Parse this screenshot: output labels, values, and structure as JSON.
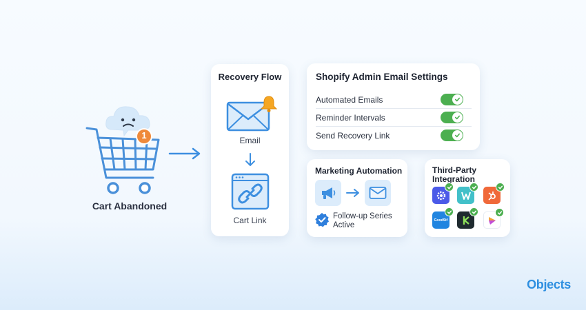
{
  "cart": {
    "label": "Cart Abandoned",
    "badge_count": "1",
    "icons": [
      "sad-cloud-icon",
      "shopping-cart-icon"
    ]
  },
  "recovery_flow": {
    "title": "Recovery Flow",
    "steps": [
      {
        "label": "Email",
        "icon": "envelope-icon"
      },
      {
        "label": "Cart Link",
        "icon": "link-window-icon"
      }
    ],
    "notification_icon": "bell-icon"
  },
  "shopify_settings": {
    "title": "Shopify Admin Email Settings",
    "rows": [
      {
        "label": "Automated Emails",
        "enabled": true
      },
      {
        "label": "Reminder Intervals",
        "enabled": true
      },
      {
        "label": "Send Recovery Link",
        "enabled": true
      }
    ]
  },
  "marketing_automation": {
    "title": "Marketing Automation",
    "status": "Follow-up Series Active",
    "icons": [
      "megaphone-icon",
      "arrow-right-icon",
      "envelope-icon",
      "verified-badge-icon"
    ]
  },
  "third_party": {
    "title": "Third-Party Integration",
    "apps": [
      {
        "name": "gear-app-icon",
        "color": "#4b5ae8"
      },
      {
        "name": "w-app-icon",
        "color": "#42c0c9"
      },
      {
        "name": "hub-app-icon",
        "color": "#f0693a"
      },
      {
        "name": "goodstuff-app-icon",
        "color": "#2185e0",
        "text": "GoodStf"
      },
      {
        "name": "k-app-icon",
        "color": "#1f2a2f"
      },
      {
        "name": "arrow-app-icon",
        "color": "#ffffff"
      }
    ]
  },
  "brand": {
    "name": "Objects"
  },
  "colors": {
    "accent": "#3d8fe0",
    "toggle_on": "#4caf50",
    "tile_bg": "#dcecfb"
  }
}
